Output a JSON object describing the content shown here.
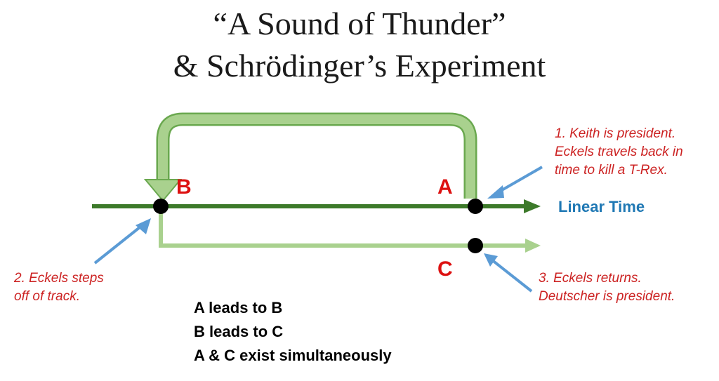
{
  "title": {
    "line1": "“A Sound of Thunder”",
    "line2": "& Schrödinger’s Experiment"
  },
  "points": {
    "a": "A",
    "b": "B",
    "c": "C"
  },
  "timeline_label": "Linear Time",
  "notes": {
    "note1": [
      "1. Keith is president.",
      "Eckels travels back in",
      "time to kill a T-Rex."
    ],
    "note2": [
      "2. Eckels steps",
      "off of track."
    ],
    "note3": [
      "3. Eckels returns.",
      "Deutscher is president."
    ]
  },
  "summary": [
    "A leads to B",
    "B leads to C",
    "A & C exist simultaneously"
  ],
  "colors": {
    "timeline_dark_green": "#3d7a2a",
    "branch_light_green": "#a9d18e",
    "loop_fill": "#a9d18e",
    "loop_outline": "#6aa84f",
    "note_red": "#cc2222",
    "label_red": "#dd1111",
    "pointer_blue": "#5b9bd5",
    "axis_label_blue": "#1f78b4"
  }
}
